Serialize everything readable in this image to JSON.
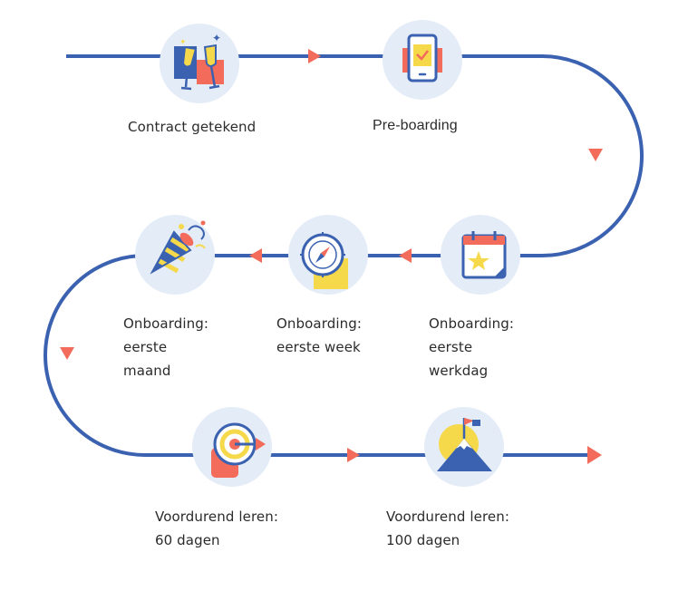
{
  "steps": [
    {
      "label": "Contract getekend",
      "icon": "champagne-toast-icon"
    },
    {
      "label": "Pre-boarding",
      "icon": "smartphone-check-icon"
    },
    {
      "label": "Onboarding:\neerste\nwerkdag",
      "icon": "calendar-star-icon"
    },
    {
      "label": "Onboarding:\neerste week",
      "icon": "compass-icon"
    },
    {
      "label": "Onboarding:\neerste\nmaand",
      "icon": "party-popper-icon"
    },
    {
      "label": "Voordurend leren:\n60 dagen",
      "icon": "target-arrow-icon"
    },
    {
      "label": "Voordurend leren:\n100 dagen",
      "icon": "mountain-flag-icon"
    }
  ],
  "colors": {
    "path": "#3b62b0",
    "arrow": "#f26b5b",
    "circle": "#e4ecf7",
    "yellow": "#f5d94a",
    "red": "#f26b5b",
    "blue": "#3b62b0"
  }
}
